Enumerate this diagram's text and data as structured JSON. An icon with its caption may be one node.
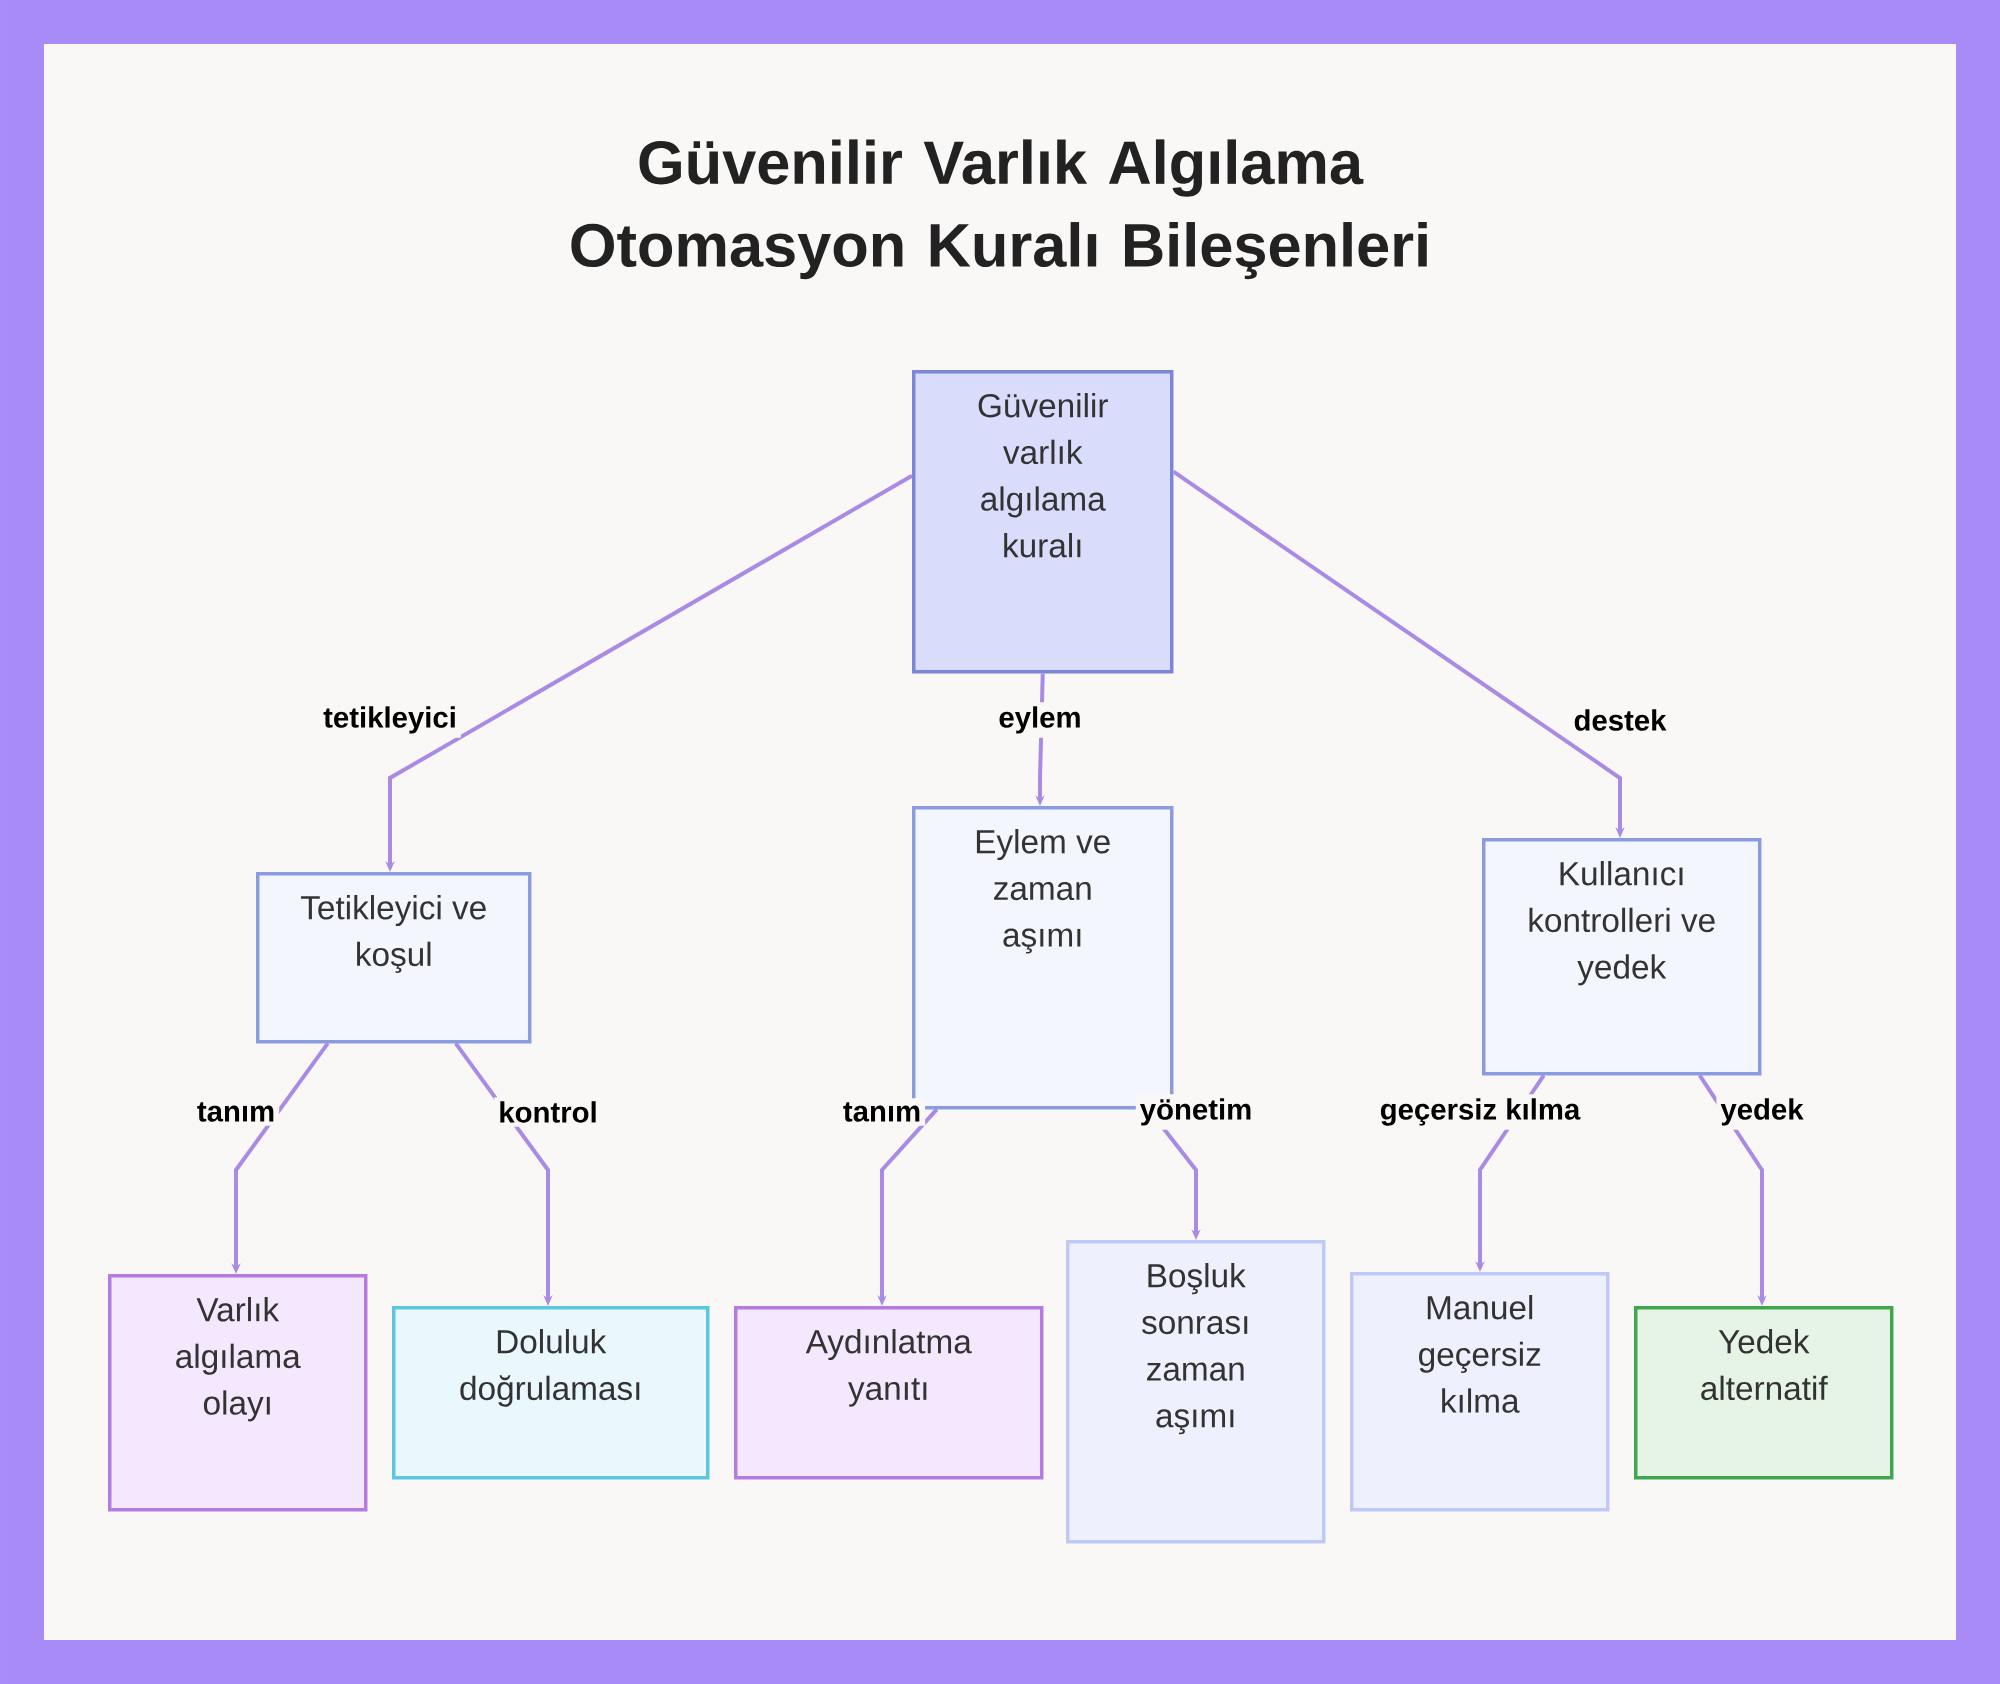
{
  "diagram": {
    "title": "Güvenilir Varlık Algılama Otomasyon Kuralı Bileşenleri",
    "nodes": [
      {
        "text": [
          "Güvenilir varlık algılama kuralı"
        ]
      },
      {
        "text": [
          "Tetikleyici ve koşul"
        ]
      },
      {
        "text": [
          "Eylem ve zaman aşımı"
        ]
      },
      {
        "text": [
          "Kullanıcı kontrolleri ve yedek"
        ]
      },
      {
        "text": [
          "Varlık algılama olayı"
        ]
      },
      {
        "text": [
          "Doluluk doğrulaması"
        ]
      },
      {
        "text": [
          "Aydınlatma yanıtı"
        ]
      },
      {
        "text": [
          "Boşluk sonrası zaman aşımı"
        ]
      },
      {
        "text": [
          "Manuel geçersiz kılma"
        ]
      },
      {
        "text": [
          "Yedek alternatif"
        ]
      }
    ],
    "edges": [
      {
        "from": 0,
        "to": 1,
        "arrow": "to",
        "label": "tetikleyici"
      },
      {
        "from": 0,
        "to": 2,
        "arrow": "to",
        "label": "eylem"
      },
      {
        "from": 0,
        "to": 3,
        "arrow": "to",
        "label": "destek"
      },
      {
        "from": 1,
        "to": 4,
        "arrow": "to",
        "label": "tanım"
      },
      {
        "from": 1,
        "to": 5,
        "arrow": "to",
        "label": "kontrol"
      },
      {
        "from": 2,
        "to": 6,
        "arrow": "to",
        "label": "tanım"
      },
      {
        "from": 2,
        "to": 7,
        "arrow": "to",
        "label": "yönetim"
      },
      {
        "from": 3,
        "to": 8,
        "arrow": "to",
        "label": "geçersiz kılma"
      },
      {
        "from": 3,
        "to": 9,
        "arrow": "to",
        "label": "yedek"
      }
    ]
  }
}
